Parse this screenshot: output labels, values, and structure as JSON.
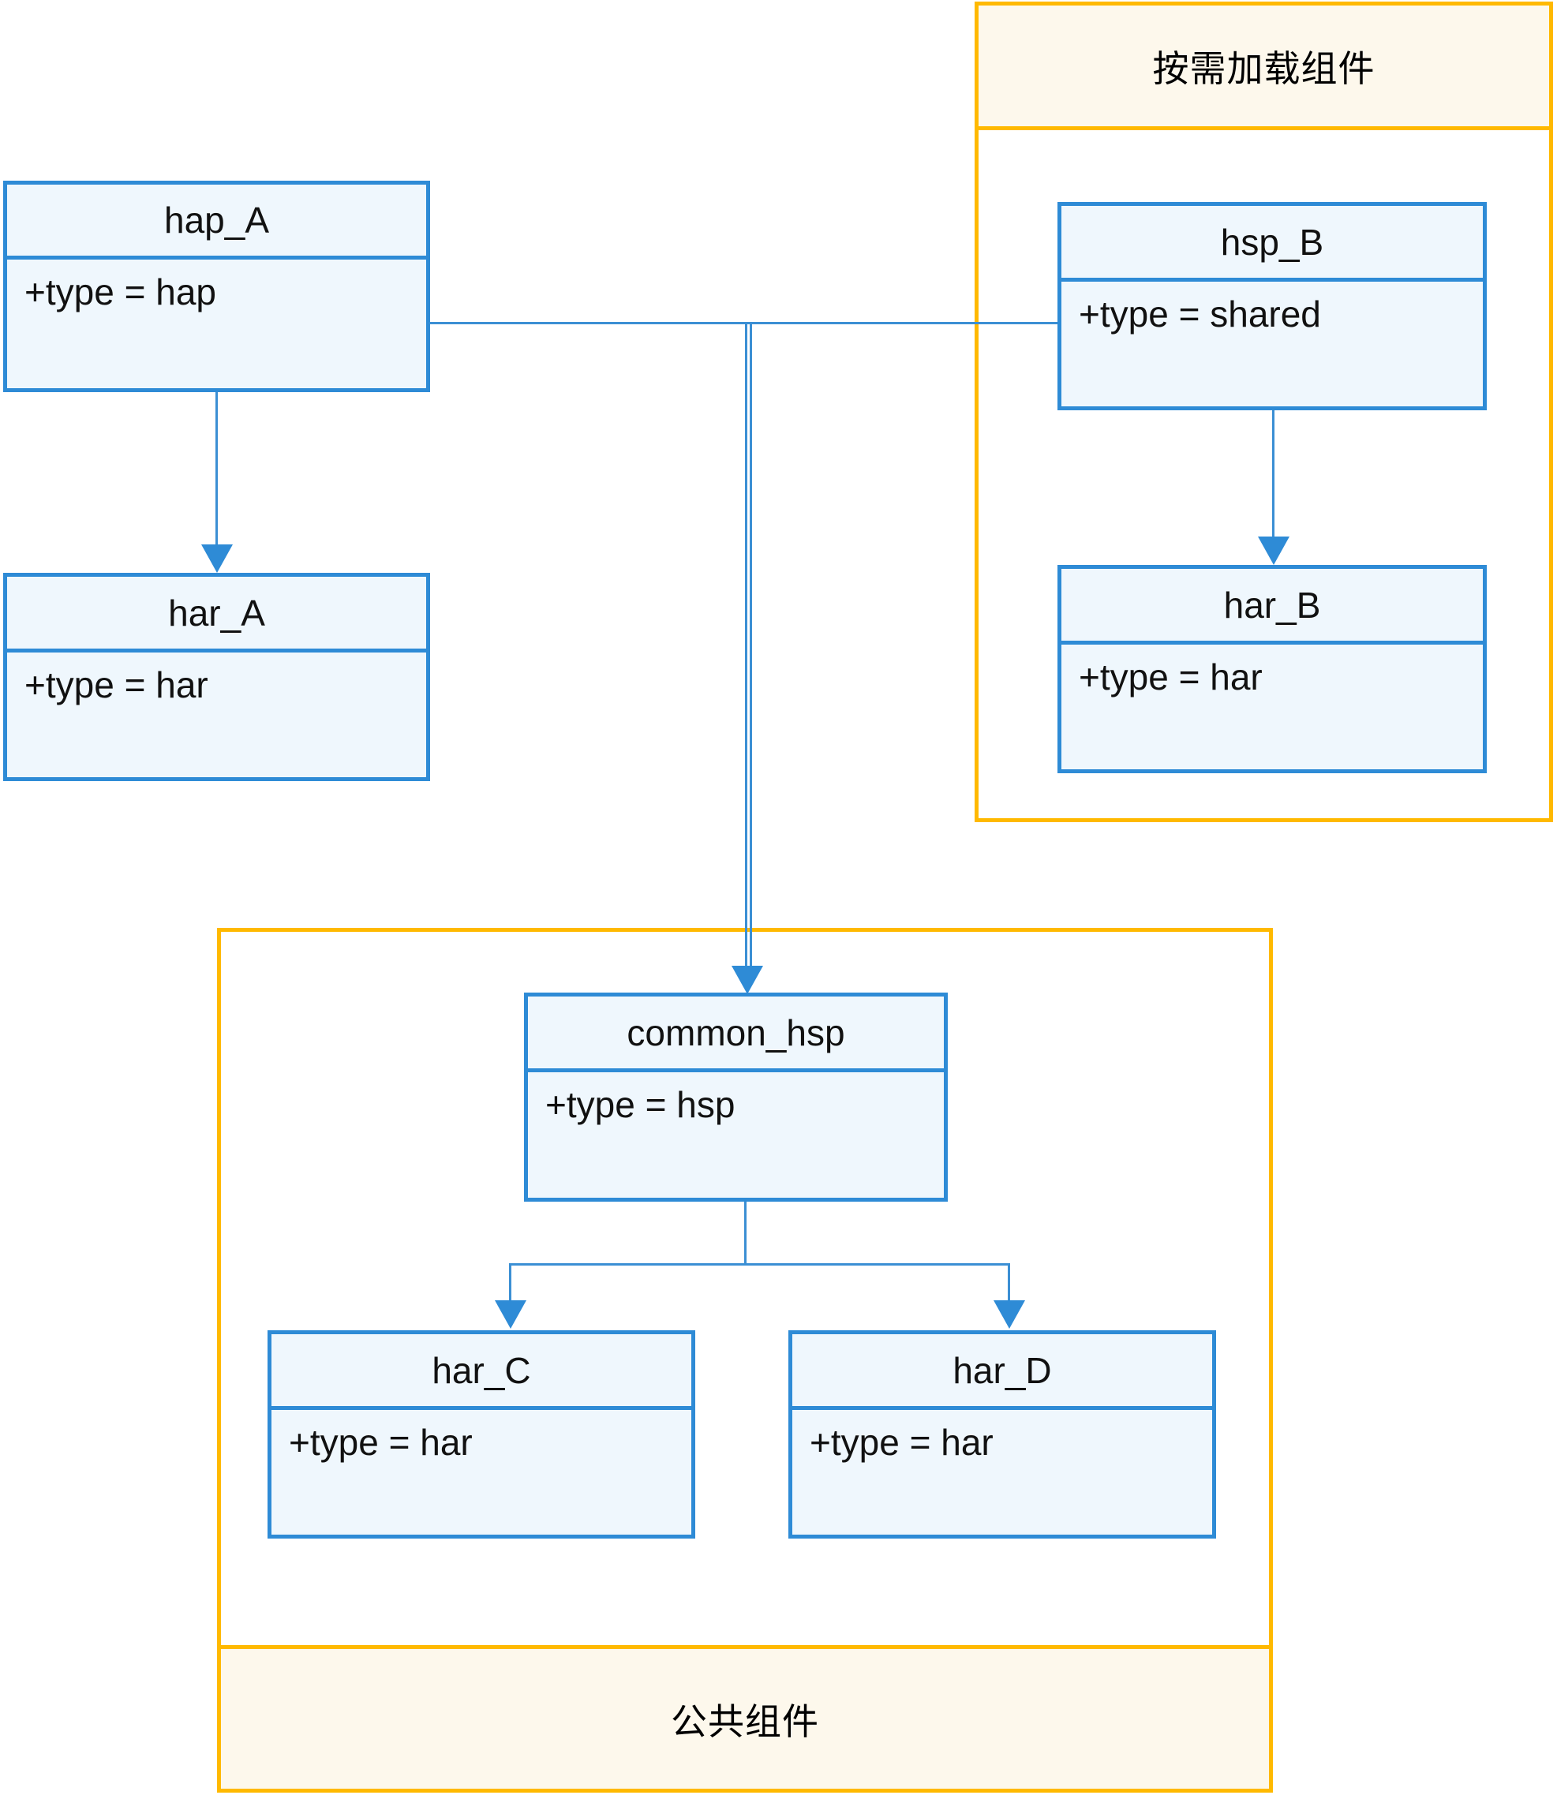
{
  "diagram": {
    "type": "uml-class-dependency-diagram",
    "groups": [
      {
        "id": "on-demand",
        "label": "按需加载组件",
        "label_position": "top",
        "border_color": "#FFB900",
        "band_fill": "#FDF8EC",
        "contains": [
          "hsp_B",
          "har_B"
        ]
      },
      {
        "id": "common",
        "label": "公共组件",
        "label_position": "bottom",
        "border_color": "#FFB900",
        "band_fill": "#FDF8EC",
        "contains": [
          "common_hsp",
          "har_C",
          "har_D"
        ]
      }
    ],
    "nodes": [
      {
        "id": "hap_A",
        "title": "hap_A",
        "attribute": "+type = hap"
      },
      {
        "id": "har_A",
        "title": "har_A",
        "attribute": "+type = har"
      },
      {
        "id": "hsp_B",
        "title": "hsp_B",
        "attribute": "+type = shared"
      },
      {
        "id": "har_B",
        "title": "har_B",
        "attribute": "+type = har"
      },
      {
        "id": "common_hsp",
        "title": "common_hsp",
        "attribute": "+type = hsp"
      },
      {
        "id": "har_C",
        "title": "har_C",
        "attribute": "+type = har"
      },
      {
        "id": "har_D",
        "title": "har_D",
        "attribute": "+type = har"
      }
    ],
    "edges": [
      {
        "from": "hap_A",
        "to": "har_A",
        "style": "arrow"
      },
      {
        "from": "hap_A",
        "to": "hsp_B",
        "style": "line"
      },
      {
        "from": "hap_A",
        "to": "common_hsp",
        "style": "arrow"
      },
      {
        "from": "hsp_B",
        "to": "har_B",
        "style": "arrow"
      },
      {
        "from": "common_hsp",
        "to": "har_C",
        "style": "arrow"
      },
      {
        "from": "common_hsp",
        "to": "har_D",
        "style": "arrow"
      }
    ],
    "colors": {
      "node_border": "#2E8BD6",
      "node_fill": "#EFF7FD",
      "group_border": "#FFB900",
      "group_band_fill": "#FDF8EC",
      "connector": "#3B8FD4",
      "text": "#111111",
      "background": "#FFFFFF"
    }
  }
}
